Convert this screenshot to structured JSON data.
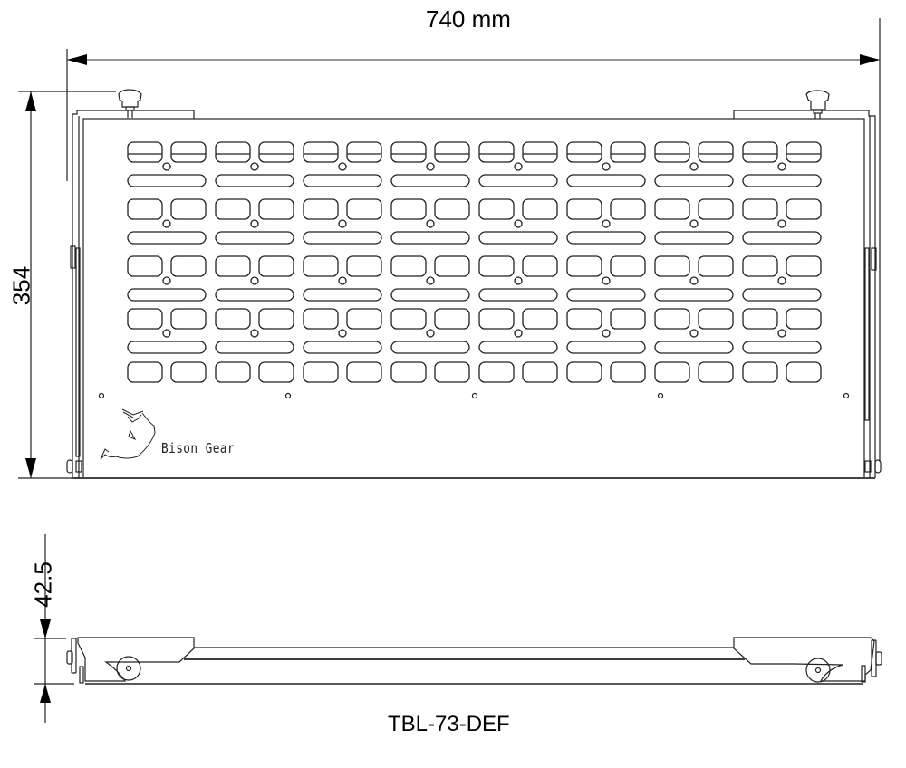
{
  "drawing": {
    "title": "TBL-73-DEF",
    "views": [
      "front-view",
      "side-view"
    ],
    "dimensions": {
      "width": "740 mm",
      "height": "354",
      "thickness": "42.5"
    },
    "brand_logo_text": "Bison Gear",
    "part_number": "TBL-73-DEF",
    "slot_grid": {
      "columns": 8,
      "rows_with_holes": 4,
      "bottom_row_plain": true
    },
    "line_color": "#222222",
    "background": "#ffffff"
  }
}
